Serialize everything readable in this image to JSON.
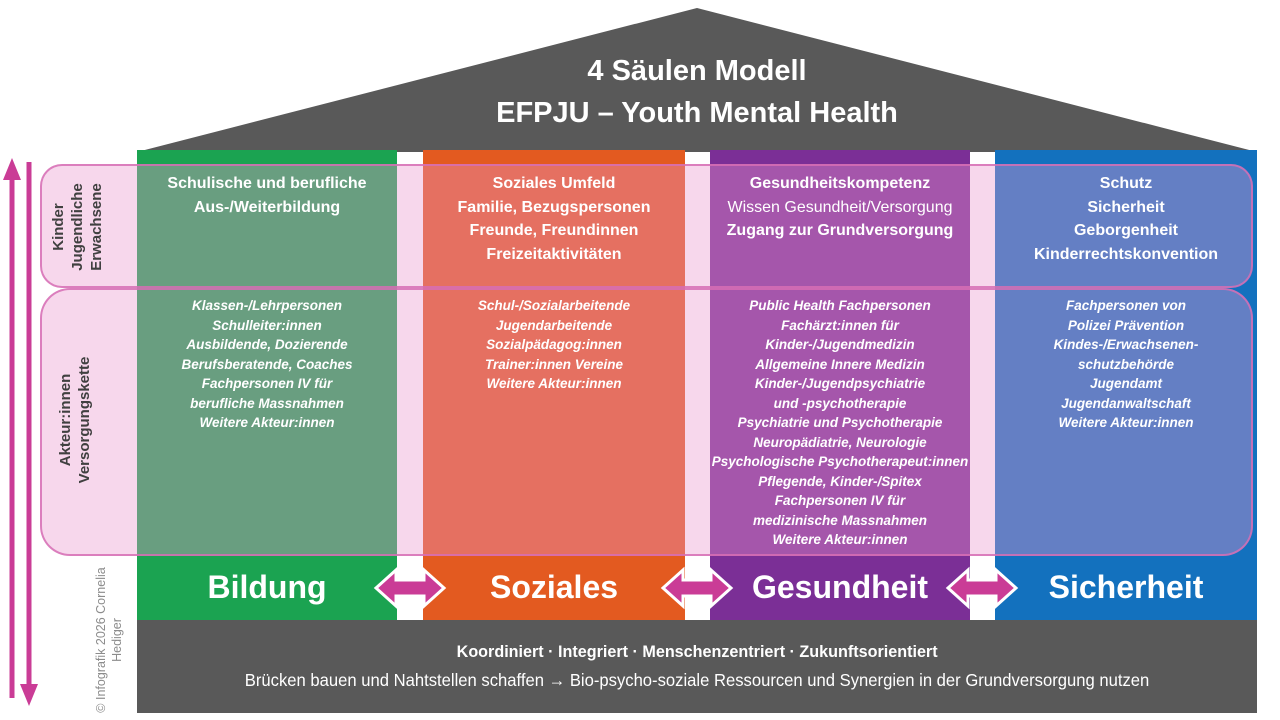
{
  "title": {
    "line1": "4 Säulen Modell",
    "line2": "EFPJU – Youth Mental Health"
  },
  "side": {
    "band1_label": "Kinder\nJugendliche\nErwachsene",
    "band2_label": "Akteur:innen\nVersorgungskette",
    "copyright": "© Infografik 2026\nCornelia Hediger"
  },
  "pillars": [
    {
      "name": "Bildung",
      "top_lines": [
        "Schulische und berufliche",
        "Aus-/Weiterbildung"
      ],
      "actors": [
        "Klassen-/Lehrpersonen",
        "Schulleiter:innen",
        "Ausbildende, Dozierende",
        "Berufsberatende, Coaches",
        "Fachpersonen IV für",
        "berufliche Massnahmen",
        "Weitere Akteur:innen"
      ]
    },
    {
      "name": "Soziales",
      "top_lines": [
        "Soziales Umfeld",
        "Familie, Bezugspersonen",
        "Freunde, Freundinnen",
        "Freizeitaktivitäten"
      ],
      "actors": [
        "Schul-/Sozialarbeitende",
        "Jugendarbeitende",
        "Sozialpädagog:innen",
        "Trainer:innen Vereine",
        "Weitere Akteur:innen"
      ]
    },
    {
      "name": "Gesundheit",
      "top_lines": [
        {
          "text": "Gesundheitskompetenz",
          "bold": true
        },
        {
          "text": "Wissen Gesundheit/Versorgung",
          "bold": false
        },
        {
          "text": "Zugang zur Grundversorgung",
          "bold": true
        }
      ],
      "actors": [
        "Public Health Fachpersonen",
        "Fachärzt:innen für",
        "Kinder-/Jugendmedizin",
        "Allgemeine Innere Medizin",
        "Kinder-/Jugendpsychiatrie",
        "und -psychotherapie",
        "Psychiatrie und Psychotherapie",
        "Neuropädiatrie, Neurologie",
        "Psychologische Psychotherapeut:innen",
        "Pflegende, Kinder-/Spitex",
        "Fachpersonen IV für",
        "medizinische Massnahmen",
        "Weitere Akteur:innen"
      ]
    },
    {
      "name": "Sicherheit",
      "top_lines": [
        "Schutz",
        "Sicherheit",
        "Geborgenheit",
        "Kinderrechtskonvention"
      ],
      "actors": [
        "Fachpersonen von",
        "Polizei Prävention",
        "Kindes-/Erwachsenen-",
        "schutzbehörde",
        "Jugendamt",
        "Jugendanwaltschaft",
        "Weitere Akteur:innen"
      ]
    }
  ],
  "footer": {
    "line1": "Koordiniert · Integriert · Menschenzentriert · Zukunftsorientiert",
    "line2": "Brücken bauen und Nahtstellen schaffen → Bio-psycho-soziale Ressourcen und Synergien in der Grundversorgung nutzen"
  },
  "colors": {
    "dark": "#595959",
    "green": "#1BA351",
    "orange": "#E35A20",
    "purple": "#7B2F96",
    "blue": "#1371BE",
    "magenta": "#CA3C96",
    "band-fill": "rgba(233,151,204,0.38)",
    "band-border": "rgba(214,111,181,0.85)"
  }
}
